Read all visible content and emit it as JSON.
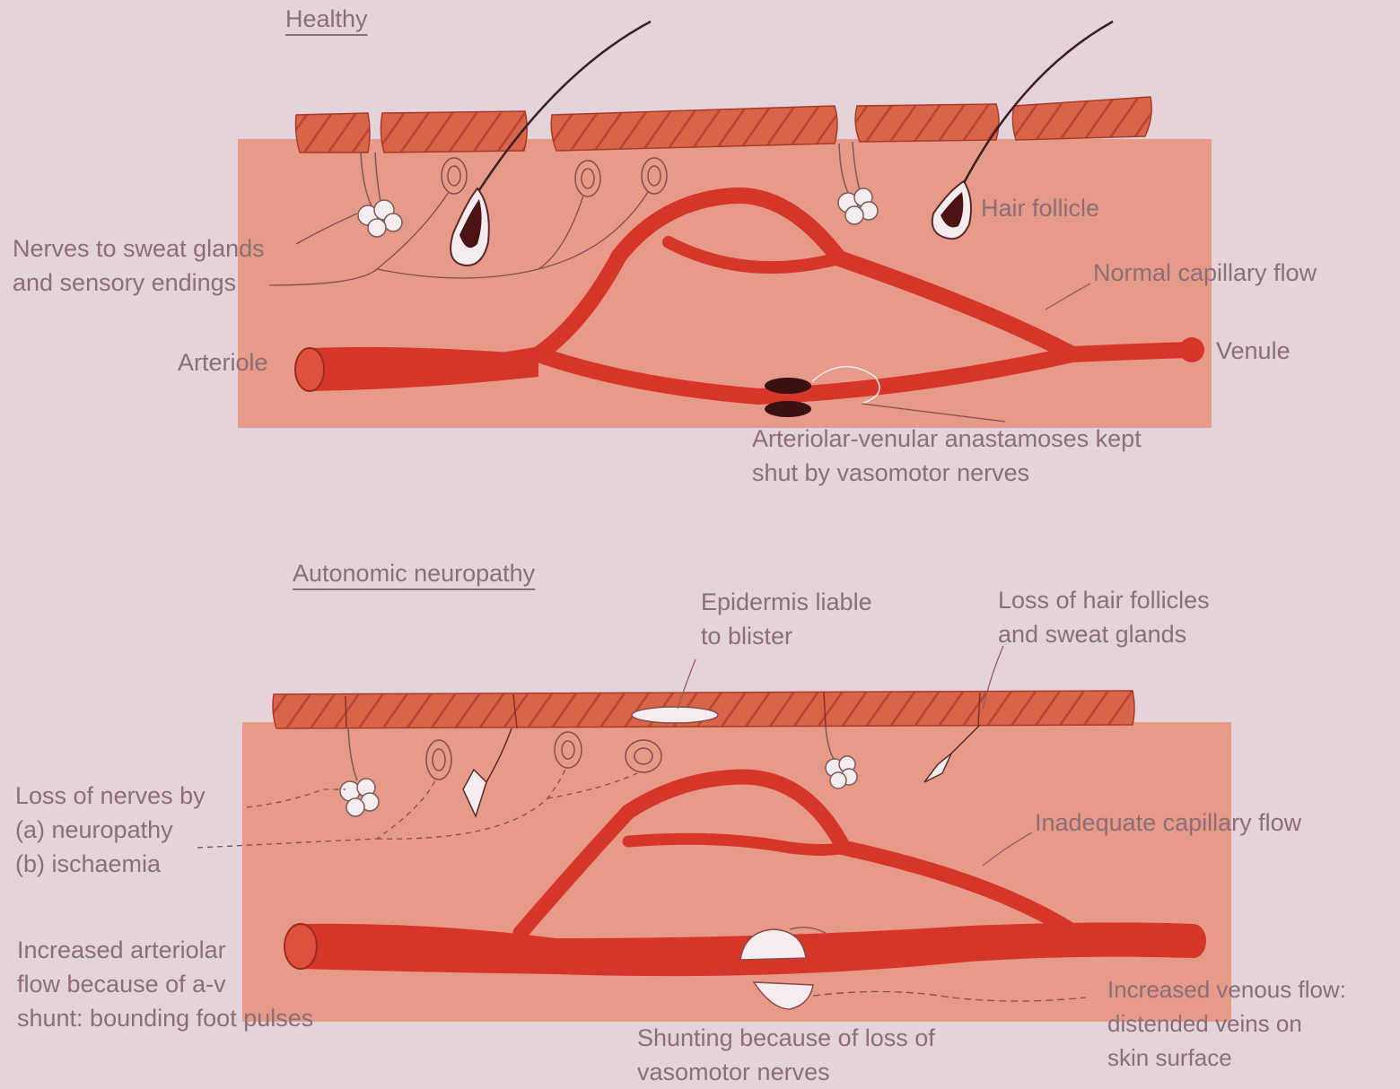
{
  "panels": {
    "healthy": {
      "title": "Healthy",
      "labels": {
        "nerves": [
          "Nerves to sweat glands",
          "and sensory endings"
        ],
        "hair_follicle": "Hair follicle",
        "normal_capillary_flow": "Normal capillary flow",
        "arteriole": "Arteriole",
        "venule": "Venule",
        "anastomoses": [
          "Arteriolar-venular anastamoses kept",
          "shut by vasomotor nerves"
        ]
      }
    },
    "neuropathy": {
      "title": "Autonomic neuropathy",
      "labels": {
        "epidermis": [
          "Epidermis liable",
          "to blister"
        ],
        "loss_follicles": [
          "Loss of hair follicles",
          "and sweat glands"
        ],
        "loss_nerves": [
          "Loss of nerves by",
          "(a) neuropathy",
          "(b) ischaemia"
        ],
        "inadequate_flow": "Inadequate capillary flow",
        "increased_arteriolar": [
          "Increased arteriolar",
          "flow because of a-v",
          "shunt: bounding foot pulses"
        ],
        "increased_venous": [
          "Increased venous flow:",
          "distended veins on",
          "skin surface"
        ],
        "shunting": [
          "Shunting because of loss of",
          "vasomotor nerves"
        ]
      }
    }
  },
  "colors": {
    "background": "#e4d3da",
    "dermis": "#e89a88",
    "epidermis": "#d35a40",
    "vessel": "#d6352a",
    "label_text": "#8a6e78"
  }
}
